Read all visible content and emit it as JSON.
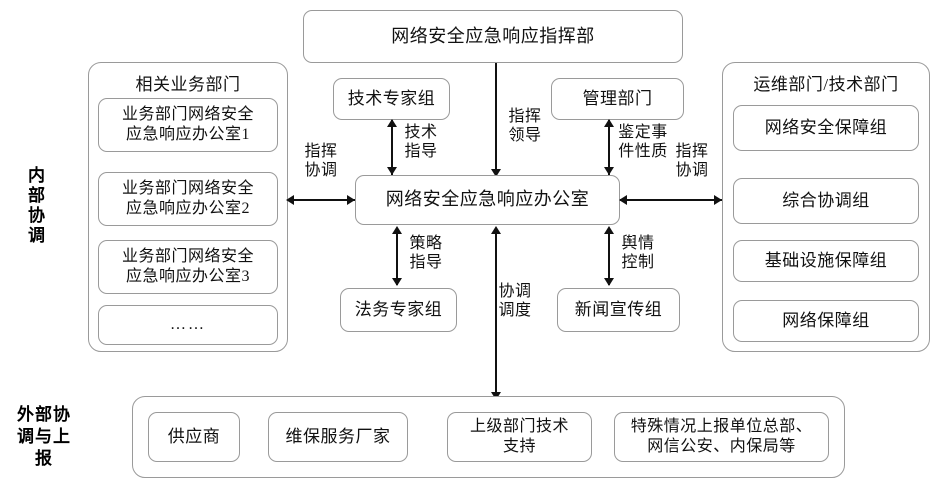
{
  "diagram": {
    "title_box": {
      "label": "网络安全应急响应指挥部"
    },
    "center": {
      "office": {
        "label": "网络安全应急响应办公室"
      },
      "tech_expert": {
        "label": "技术专家组"
      },
      "management": {
        "label": "管理部门"
      },
      "legal_expert": {
        "label": "法务专家组"
      },
      "press": {
        "label": "新闻宣传组"
      }
    },
    "left_panel": {
      "title": "相关业务部门",
      "items": [
        {
          "label": "业务部门网络安全\n应急响应办公室1"
        },
        {
          "label": "业务部门网络安全\n应急响应办公室2"
        },
        {
          "label": "业务部门网络安全\n应急响应办公室3"
        },
        {
          "label": "……"
        }
      ]
    },
    "right_panel": {
      "title": "运维部门/技术部门",
      "items": [
        {
          "label": "网络安全保障组"
        },
        {
          "label": "综合协调组"
        },
        {
          "label": "基础设施保障组"
        },
        {
          "label": "网络保障组"
        }
      ]
    },
    "bottom_panel": {
      "items": [
        {
          "label": "供应商"
        },
        {
          "label": "维保服务厂家"
        },
        {
          "label": "上级部门技术\n支持"
        },
        {
          "label": "特殊情况上报单位总部、\n网信公安、内保局等"
        }
      ]
    },
    "side_labels": {
      "internal": "内部协调",
      "external": "外部协\n调与上\n报"
    },
    "edge_labels": {
      "left_coordination": "指挥\n协调",
      "right_coordination": "指挥\n协调",
      "tech_guidance": "技术\n指导",
      "command_leadership": "指挥\n领导",
      "event_identification": "鉴定事\n件性质",
      "strategy_guidance": "策略\n指导",
      "opinion_control": "舆情\n控制",
      "coordination_dispatch": "协调\n调度"
    },
    "colors": {
      "box_border": "#9a9a9a",
      "connector": "#111111",
      "text": "#111111",
      "background": "#ffffff"
    }
  }
}
